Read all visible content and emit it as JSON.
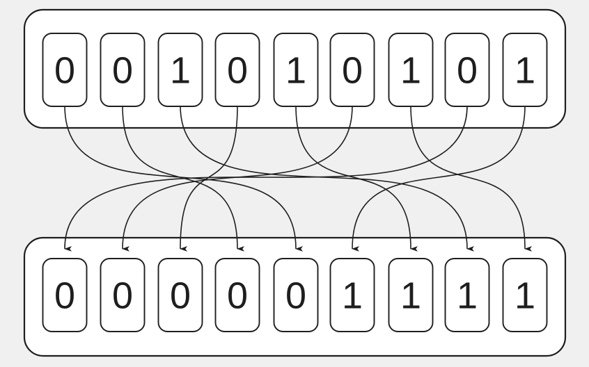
{
  "diagram": {
    "title": "binary-values-stable-sort-flow",
    "colors": {
      "background": "#f0f0f1",
      "container_fill": "#ffffff",
      "stroke": "#1e1e1e",
      "digit": "#1e1e1e",
      "arrow": "#1e1e1e"
    },
    "top_row": {
      "values": [
        "0",
        "0",
        "1",
        "0",
        "1",
        "0",
        "1",
        "0",
        "1"
      ]
    },
    "bottom_row": {
      "values": [
        "0",
        "0",
        "0",
        "0",
        "0",
        "1",
        "1",
        "1",
        "1"
      ]
    },
    "arrows": [
      {
        "from": 0,
        "to": 4
      },
      {
        "from": 1,
        "to": 3
      },
      {
        "from": 2,
        "to": 7
      },
      {
        "from": 3,
        "to": 2
      },
      {
        "from": 4,
        "to": 6
      },
      {
        "from": 5,
        "to": 1
      },
      {
        "from": 6,
        "to": 8
      },
      {
        "from": 7,
        "to": 0
      },
      {
        "from": 8,
        "to": 5
      }
    ]
  }
}
